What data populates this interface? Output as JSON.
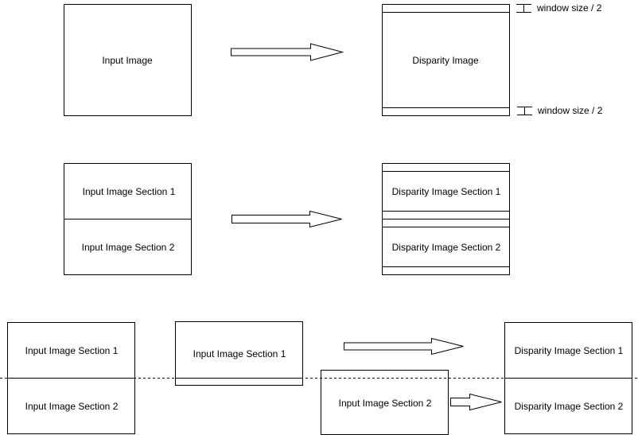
{
  "row1": {
    "input_label": "Input Image",
    "output_label": "Disparity Image",
    "window_top_label": "window size / 2",
    "window_bottom_label": "window size / 2"
  },
  "row2": {
    "input_section1_label": "Input Image Section 1",
    "input_section2_label": "Input Image Section 2",
    "output_section1_label": "Disparity Image Section 1",
    "output_section2_label": "Disparity Image Section 2"
  },
  "row3": {
    "input_section1_label": "Input Image Section 1",
    "input_section2_label": "Input Image Section 2",
    "padded_section1_label": "Input Image Section 1",
    "padded_section2_label": "Input Image Section 2",
    "output_section1_label": "Disparity Image Section 1",
    "output_section2_label": "Disparity Image Section 2"
  },
  "colors": {
    "stroke": "#000000",
    "fill": "#ffffff"
  }
}
